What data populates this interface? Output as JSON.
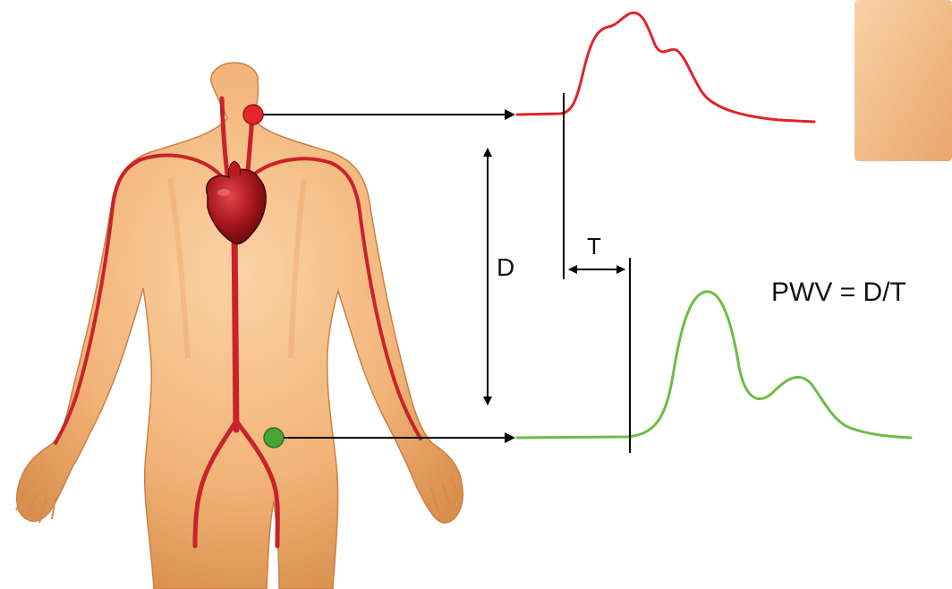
{
  "labels": {
    "distance": "D",
    "time": "T",
    "formula": "PWV = D/T"
  },
  "colors": {
    "skin_light": "#f8c896",
    "skin_dark": "#d98e4c",
    "artery": "#c8232b",
    "carotid_marker": "#e52629",
    "femoral_marker": "#48a53a",
    "carotid_waveform": "#e0242a",
    "femoral_waveform": "#6bbd45",
    "lines": "#000000"
  },
  "icons": {
    "heart": "heart-icon",
    "carotid_site": "carotid-sensor-dot",
    "femoral_site": "femoral-sensor-dot"
  }
}
